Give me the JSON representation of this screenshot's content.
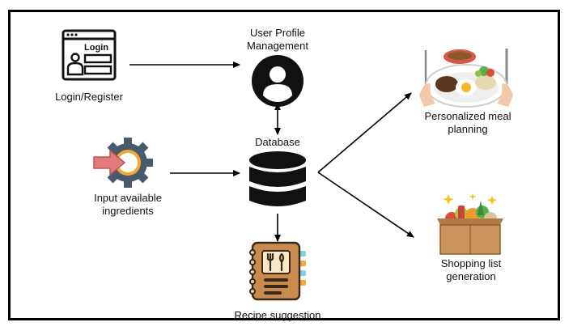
{
  "diagram": {
    "nodes": {
      "login": {
        "label": "Login/Register",
        "icon": "login-window-icon",
        "window_text": "Login"
      },
      "profile": {
        "label": "User Profile\nManagement",
        "icon": "user-profile-icon"
      },
      "database": {
        "label": "Database",
        "icon": "database-icon"
      },
      "input": {
        "label": "Input available\ningredients",
        "icon": "input-gear-icon"
      },
      "recipe": {
        "label": "Recipe suggestion",
        "icon": "recipe-book-icon"
      },
      "meal": {
        "label": "Personalized meal\nplanning",
        "icon": "meal-plate-icon"
      },
      "shopping": {
        "label": "Shopping list\ngeneration",
        "icon": "grocery-box-icon"
      }
    },
    "edges": [
      {
        "from": "login",
        "to": "profile"
      },
      {
        "from": "profile",
        "to": "database",
        "bidirectional": true
      },
      {
        "from": "input",
        "to": "database"
      },
      {
        "from": "database",
        "to": "recipe"
      },
      {
        "from": "database",
        "to": "meal"
      },
      {
        "from": "database",
        "to": "shopping"
      }
    ]
  },
  "colors": {
    "frame": "#000000",
    "icon_dark": "#111111",
    "arrow_red": "#e27c7c",
    "gear": "#4a5a6a",
    "gear_accent": "#f2a93b",
    "book": "#c98b4e",
    "book_tabs": "#7fd3e6",
    "box": "#c8945a"
  }
}
